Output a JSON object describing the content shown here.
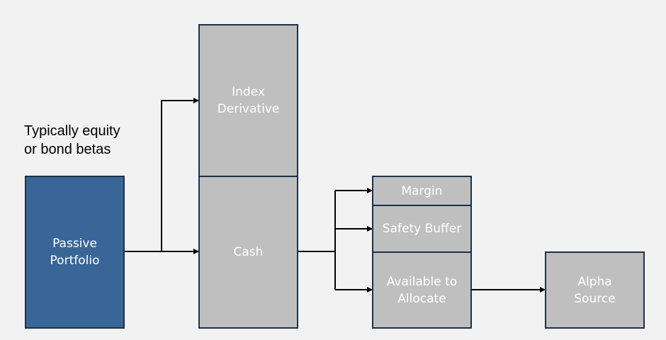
{
  "annotation": "Typically equity\nor bond betas",
  "boxes": {
    "passive_portfolio": "Passive\nPortfolio",
    "index_derivative": "Index\nDerivative",
    "cash": "Cash",
    "margin": "Margin",
    "safety_buffer": "Safety Buffer",
    "available_to_allocate": "Available to\nAllocate",
    "alpha_source": "Alpha\nSource"
  },
  "colors": {
    "background": "#f2f2f2",
    "box_gray": "#bfbfbf",
    "box_blue": "#396697",
    "border": "#1f3148",
    "text_on_box": "#ffffff",
    "arrow": "#000000"
  }
}
